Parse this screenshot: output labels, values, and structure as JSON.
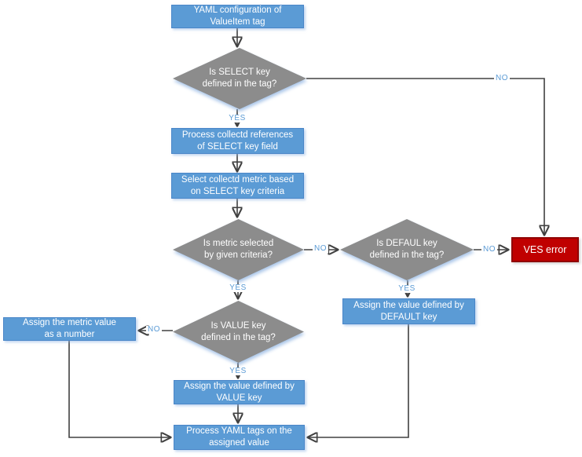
{
  "labels": {
    "yes": "YES",
    "no": "NO"
  },
  "colors": {
    "process_fill": "#5B9BD5",
    "process_border": "#4A86C8",
    "decision_fill": "#8C8C8C",
    "error_fill": "#C00000",
    "error_border": "#900000",
    "connector": "#404040",
    "edge_label_text": "#5B9BD5",
    "node_text": "#FFFFFF"
  },
  "nodes": {
    "start": {
      "type": "process",
      "label": "YAML configuration of\nValueItem tag"
    },
    "select_key": {
      "type": "decision",
      "label": "Is SELECT key\ndefined in the tag?"
    },
    "process_refs": {
      "type": "process",
      "label": "Process collectd references\nof SELECT key field"
    },
    "select_metric": {
      "type": "process",
      "label": "Select collectd metric based\non SELECT key criteria"
    },
    "metric_selected": {
      "type": "decision",
      "label": "Is metric selected\nby given criteria?"
    },
    "default_key": {
      "type": "decision",
      "label": "Is DEFAUL key\ndefined in the tag?"
    },
    "ves_error": {
      "type": "error",
      "label": "VES error"
    },
    "assign_default": {
      "type": "process",
      "label": "Assign the value defined by\nDEFAULT key"
    },
    "value_key": {
      "type": "decision",
      "label": "Is VALUE key\ndefined in the tag?"
    },
    "assign_number": {
      "type": "process",
      "label": "Assign the metric value\nas a number"
    },
    "assign_value": {
      "type": "process",
      "label": "Assign the value defined by\nVALUE key"
    },
    "process_tags": {
      "type": "process",
      "label": "Process YAML tags on the\nassigned value"
    }
  }
}
